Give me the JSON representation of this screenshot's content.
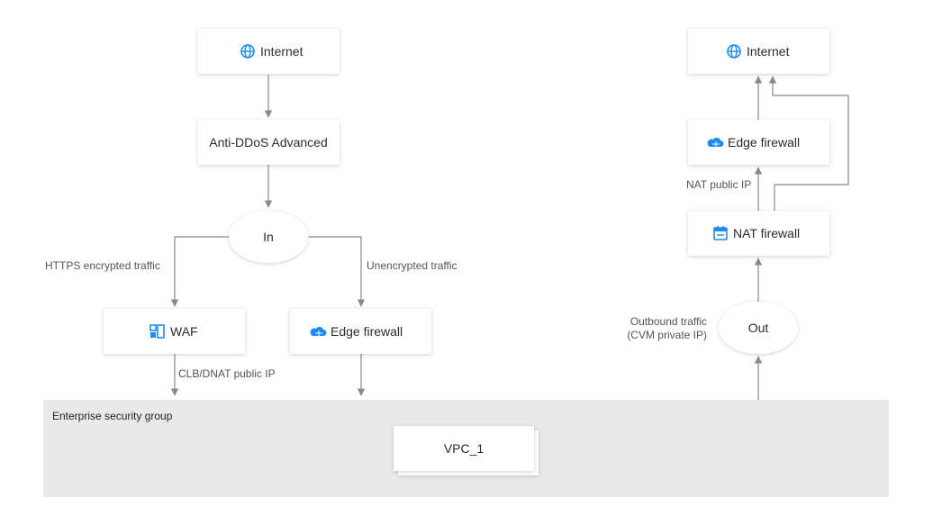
{
  "colors": {
    "icon": "#1a8cff",
    "connector": "#8a8a8a",
    "group_bg": "#e9e9e9",
    "node_bg": "#ffffff"
  },
  "inbound": {
    "internet": {
      "label": "Internet",
      "icon": "globe-icon"
    },
    "anti_ddos": {
      "label": "Anti-DDoS Advanced"
    },
    "in_node": {
      "label": "In"
    },
    "https_label": "HTTPS encrypted traffic",
    "unencrypted_label": "Unencrypted traffic",
    "waf": {
      "label": "WAF",
      "icon": "waf-icon"
    },
    "edge_firewall": {
      "label": "Edge firewall",
      "icon": "cloud-icon"
    },
    "clb_label": "CLB/DNAT public IP"
  },
  "outbound": {
    "internet": {
      "label": "Internet",
      "icon": "globe-icon"
    },
    "edge_firewall": {
      "label": "Edge firewall",
      "icon": "cloud-icon"
    },
    "nat_public_ip_label": "NAT public IP",
    "nat_firewall": {
      "label": "NAT firewall",
      "icon": "calendar-icon"
    },
    "out_node": {
      "label": "Out"
    },
    "outbound_label_line1": "Outbound traffic",
    "outbound_label_line2": "(CVM private IP)"
  },
  "group": {
    "label": "Enterprise security group",
    "vpc_label": "VPC_1"
  }
}
